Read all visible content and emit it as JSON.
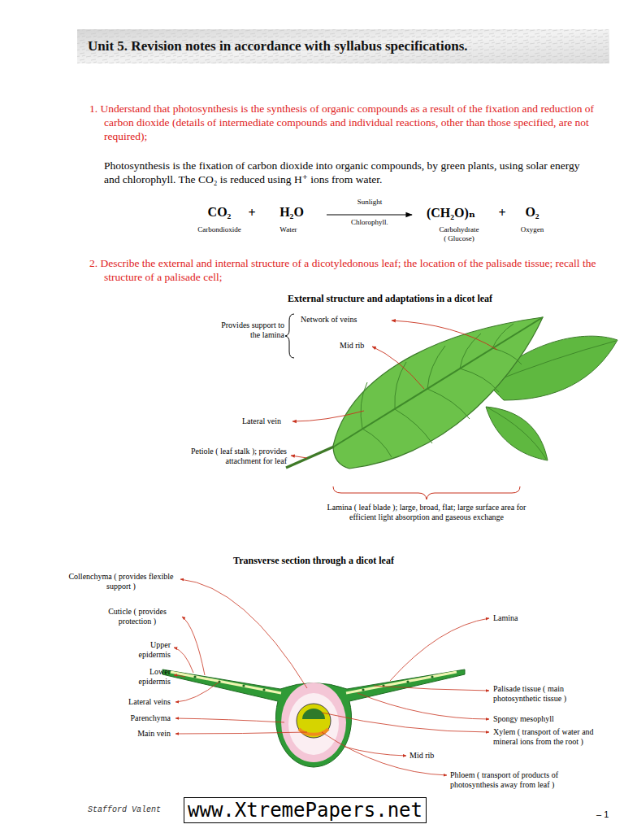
{
  "diagram": {
    "title": "Unit 5. Revision notes in accordance with syllabus specifications.",
    "labels": [
      "1. Understand that photosynthesis is the synthesis of organic compounds as a result of the fixation and reduction of carbon dioxide (details of intermediate compounds and individual reactions, other than those specified, are not required);",
      "Photosynthesis is the fixation of carbon dioxide into organic compounds, by green plants, using solar energy and chlorophyll. The CO₂ is reduced using H⁺ ions from water.",
      "CO₂",
      "+",
      "H₂O",
      "Sunlight",
      "Chlorophyll.",
      "(CH₂O)ₙ",
      "+",
      "O₂",
      "Carbondioxide",
      "Water",
      "Carbohydrate",
      "( Glucose)",
      "Oxygen",
      "2. Describe the external and internal structure of a dicotyledonous leaf; the location of the palisade tissue; recall the structure of a palisade cell;",
      "External structure and adaptations in a dicot leaf",
      "Provides support to the lamina",
      "Network of veins",
      "Mid rib",
      "Lateral vein",
      "Petiole ( leaf stalk ); provides attachment for leaf",
      "Lamina ( leaf blade ); large, broad, flat; large surface area for efficient light absorption and gaseous exchange",
      "Transverse section through a dicot leaf",
      "Collenchyma ( provides flexible support )",
      "Cuticle ( provides protection )",
      "Upper epidermis",
      "Lower epidermis",
      "Lateral veins",
      "Parenchyma",
      "Main vein",
      "Lamina",
      "Palisade tissue ( main photosynthetic tissue )",
      "Spongy mesophyll",
      "Xylem ( transport of water and mineral ions from the root )",
      "Mid rib",
      "Phloem ( transport of products of photosynthesis away from leaf )",
      "Stafford Valent",
      "www.XtremePapers.net",
      "– 1"
    ]
  }
}
